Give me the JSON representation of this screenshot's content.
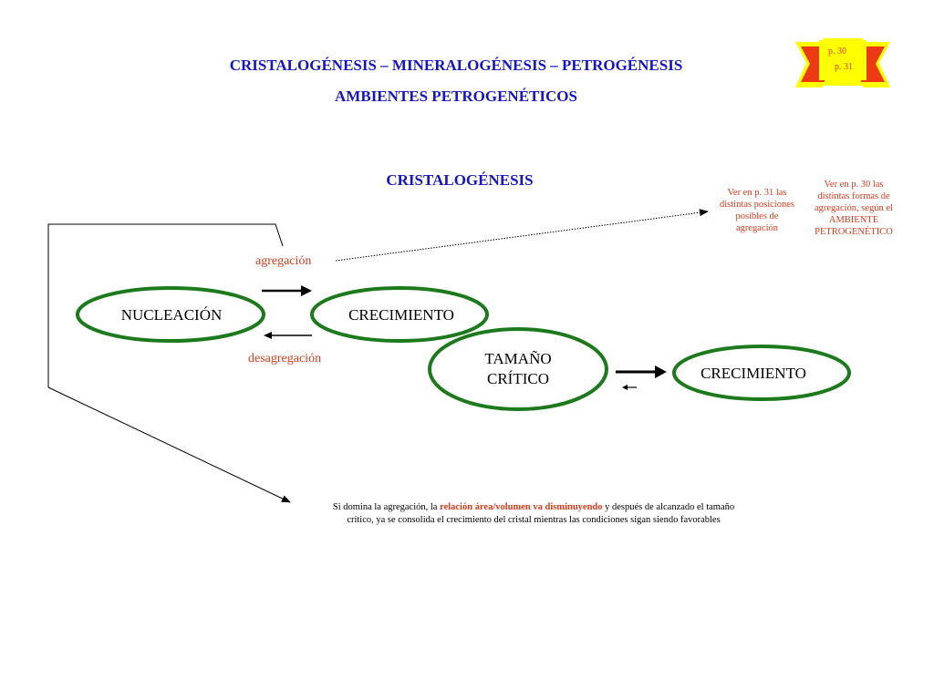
{
  "header": {
    "title_line1": "CRISTALOGÉNESIS – MINERALOGÉNESIS – PETROGÉNESIS",
    "title_line2": "AMBIENTES PETROGENÉTICOS"
  },
  "badge": {
    "page_a": "p. 30",
    "page_b": "p. 31"
  },
  "section_title": "CRISTALOGÉNESIS",
  "notes": {
    "positions": [
      "Ver en p. 31 las",
      "distintas posiciones",
      "posibles de",
      "agregación"
    ],
    "forms": [
      "Ver en p. 30 las",
      "distintas formas de",
      "agregación, según el",
      "AMBIENTE",
      "PETROGENÉTICO"
    ]
  },
  "labels": {
    "aggregation": "agregación",
    "disaggregation": "desagregación"
  },
  "nodes": {
    "nucleation": "NUCLEACIÓN",
    "growth1": "CRECIMIENTO",
    "critical_line1": "TAMAÑO",
    "critical_line2": "CRÍTICO",
    "growth2": "CRECIMIENTO"
  },
  "bottom_note": {
    "part1": "Si domina la agregación, la ",
    "highlight": "relación área/volumen va disminuyendo",
    "part2": " y después de alcanzado el tamaño",
    "line2": "crítico, ya se consolida el crecimiento del cristal mientras las condiciones sigan siendo favorables"
  },
  "colors": {
    "title_blue": "#1515c8",
    "accent_red": "#e03a1a",
    "ellipse_green": "#1c7a1c",
    "badge_yellow": "#ffff00"
  }
}
